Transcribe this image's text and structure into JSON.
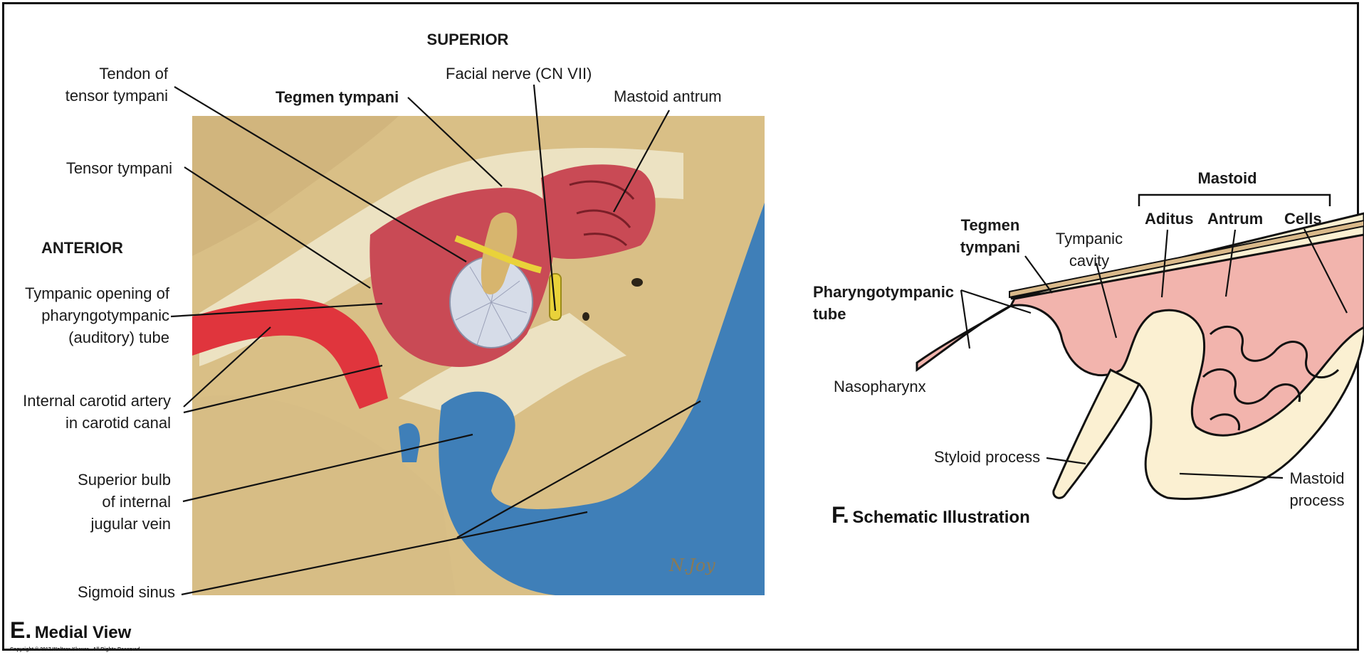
{
  "panel_e": {
    "superior": "SUPERIOR",
    "anterior": "ANTERIOR",
    "tendon_tensor_tympani_1": "Tendon of",
    "tendon_tensor_tympani_2": "tensor tympani",
    "tegmen_tympani": "Tegmen tympani",
    "facial_nerve": "Facial nerve (CN VII)",
    "mastoid_antrum": "Mastoid antrum",
    "tensor_tympani": "Tensor tympani",
    "tympanic_opening_1": "Tympanic opening of",
    "tympanic_opening_2": "pharyngotympanic",
    "tympanic_opening_3": "(auditory) tube",
    "internal_carotid_1": "Internal carotid artery",
    "internal_carotid_2": "in carotid canal",
    "superior_bulb_1": "Superior bulb",
    "superior_bulb_2": "of internal",
    "superior_bulb_3": "jugular vein",
    "sigmoid_sinus": "Sigmoid sinus",
    "signature": "N.Joy",
    "caption_letter": "E.",
    "caption_text": "Medial View"
  },
  "panel_f": {
    "mastoid": "Mastoid",
    "aditus": "Aditus",
    "antrum": "Antrum",
    "cells": "Cells",
    "tegmen_1": "Tegmen",
    "tegmen_2": "tympani",
    "tympanic_cavity_1": "Tympanic",
    "tympanic_cavity_2": "cavity",
    "pharyngotympanic_1": "Pharyngotympanic",
    "pharyngotympanic_2": "tube",
    "nasopharynx": "Nasopharynx",
    "styloid_process": "Styloid process",
    "mastoid_process_1": "Mastoid",
    "mastoid_process_2": "process",
    "caption_letter": "F.",
    "caption_text": "Schematic Illustration"
  },
  "copyright": "Copyright © 2017 Wolters Kluwer - All Rights Reserved",
  "colors": {
    "bone": "#d9bf86",
    "bone_light": "#ece2c2",
    "mucosa_red": "#c94a55",
    "artery_red": "#e0353d",
    "vein_blue": "#3f7fb8",
    "nerve_yellow": "#e9d23a",
    "schematic_pink": "#f2b4ad",
    "schematic_cream": "#fbf0d2"
  }
}
